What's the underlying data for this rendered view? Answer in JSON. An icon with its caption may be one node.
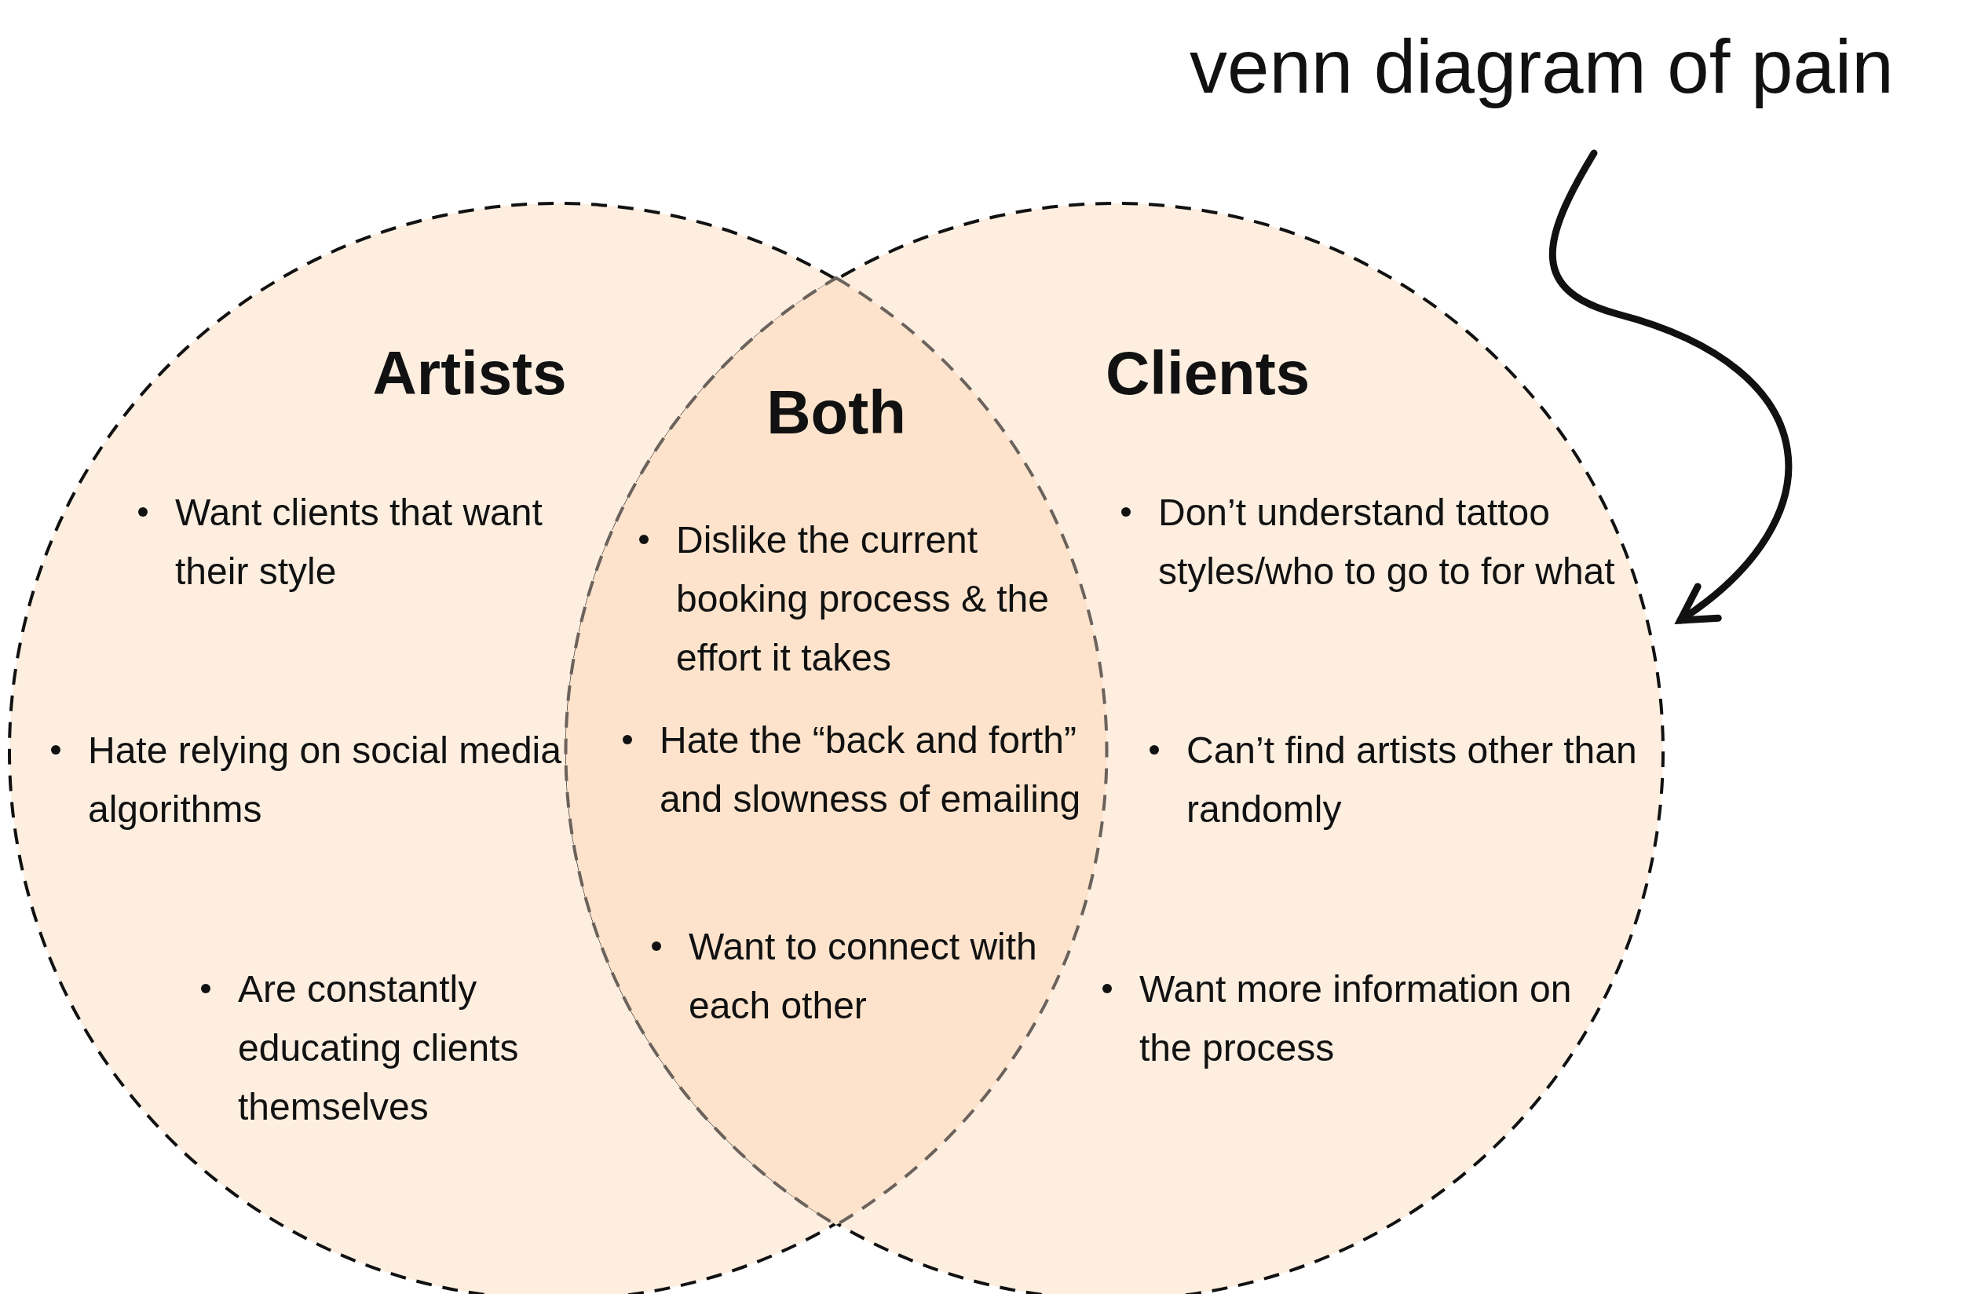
{
  "diagram": {
    "nodes": [
      {
        "text": [
          "Artists",
          "Want clients that want their style",
          "Hate relying on social media algorithms",
          "Are constantly educating clients themselves"
        ]
      },
      {
        "text": [
          "Both",
          "Dislike the current booking process & the effort it takes",
          "Hate the “back and forth” and slowness of emailing",
          "Want to connect with each other"
        ]
      },
      {
        "text": [
          "Clients",
          "Don’t understand tattoo styles/who to go to for what",
          "Can’t find artists other than randomly",
          "Want more information on the process"
        ]
      },
      {
        "text": [
          "venn diagram of pain"
        ]
      }
    ],
    "edges": [
      {
        "from": 3,
        "to": 2,
        "arrow": "to"
      }
    ]
  }
}
